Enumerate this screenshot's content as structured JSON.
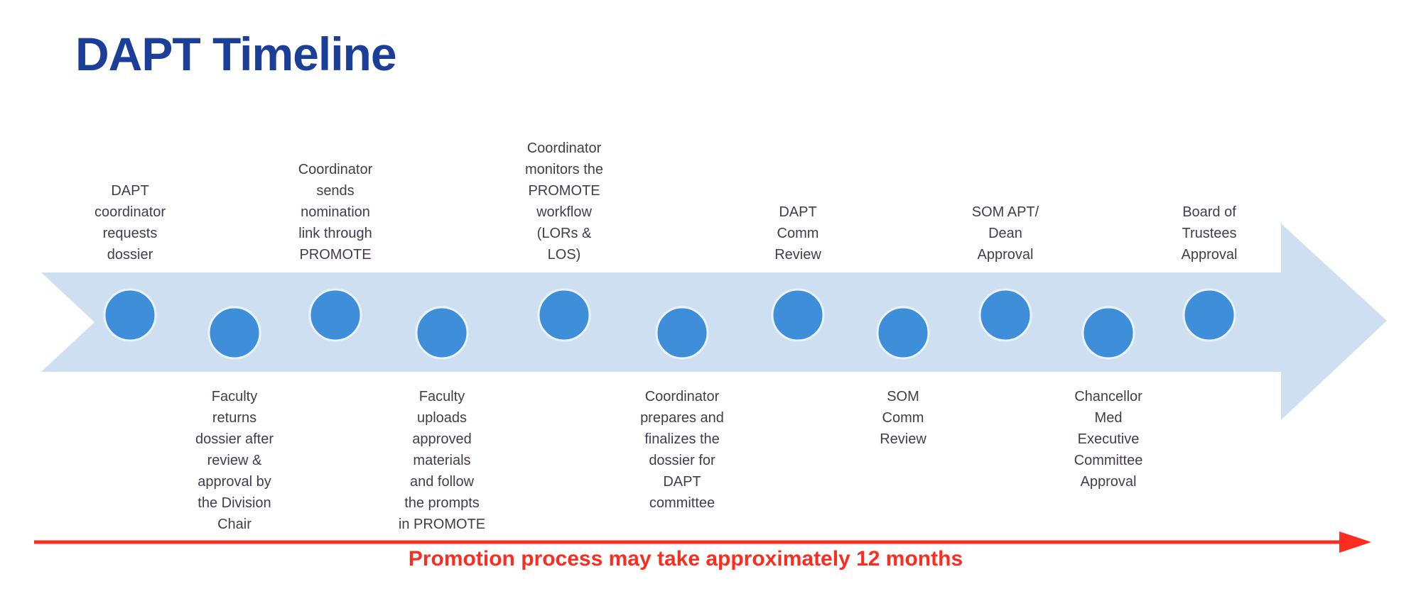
{
  "title": "DAPT Timeline",
  "colors": {
    "title": "#1b3f99",
    "band": "#cfdff2",
    "circle_fill": "#3f8ed9",
    "circle_stroke": "#eaf3fb",
    "label_text": "#463a4d",
    "red": "#fb2d21"
  },
  "steps": [
    {
      "label": "DAPT\ncoordinator\nrequests\ndossier",
      "position": "top"
    },
    {
      "label": "Faculty\nreturns\ndossier after\nreview &\napproval by\nthe Division\nChair",
      "position": "bottom"
    },
    {
      "label": "Coordinator\nsends\nnomination\nlink through\nPROMOTE",
      "position": "top"
    },
    {
      "label": "Faculty\nuploads\napproved\nmaterials\nand follow\nthe prompts\nin PROMOTE",
      "position": "bottom"
    },
    {
      "label": "Coordinator\nmonitors the\nPROMOTE\nworkflow\n(LORs &\nLOS)",
      "position": "top"
    },
    {
      "label": "Coordinator\nprepares and\nfinalizes the\ndossier for\nDAPT\ncommittee",
      "position": "bottom"
    },
    {
      "label": "DAPT\nComm\nReview",
      "position": "top"
    },
    {
      "label": "SOM\nComm\nReview",
      "position": "bottom"
    },
    {
      "label": "SOM APT/\nDean\nApproval",
      "position": "top"
    },
    {
      "label": "Chancellor\nMed\nExecutive\nCommittee\nApproval",
      "position": "bottom"
    },
    {
      "label": "Board of\nTrustees\nApproval",
      "position": "top"
    }
  ],
  "footer_note": {
    "text": "Promotion process may take approximately 12 months"
  }
}
